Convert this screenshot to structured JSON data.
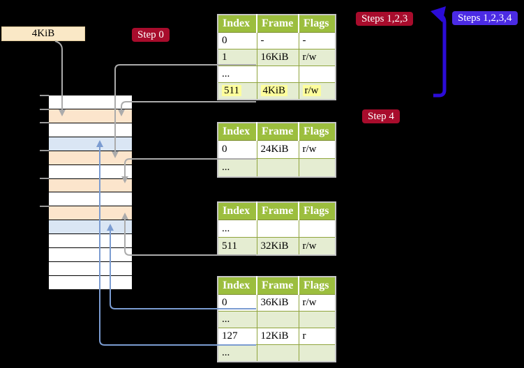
{
  "frame_size_label": "4KiB",
  "badges": {
    "step0": "Step 0",
    "steps123": "Steps 1,2,3",
    "steps1234": "Steps 1,2,3,4",
    "step4": "Step 4"
  },
  "memory": {
    "description": "physical memory frame stack, one row per 4KiB frame",
    "rows": [
      "white",
      "peach",
      "white",
      "blue",
      "peach",
      "white",
      "peach",
      "white",
      "peach",
      "blue",
      "white",
      "white",
      "white",
      "white"
    ],
    "tick_positions_y": [
      137,
      157,
      176,
      216,
      256,
      296
    ]
  },
  "tables": [
    {
      "id": "page-table-1",
      "headers": [
        "Index",
        "Frame",
        "Flags"
      ],
      "rows": [
        {
          "index": "0",
          "frame": "-",
          "flags": "-"
        },
        {
          "index": "1",
          "frame": "16KiB",
          "flags": "r/w"
        },
        {
          "index": "...",
          "frame": "",
          "flags": ""
        },
        {
          "index": "511",
          "frame": "4KiB",
          "flags": "r/w",
          "highlight": true
        }
      ]
    },
    {
      "id": "page-table-2",
      "headers": [
        "Index",
        "Frame",
        "Flags"
      ],
      "rows": [
        {
          "index": "0",
          "frame": "24KiB",
          "flags": "r/w"
        },
        {
          "index": "...",
          "frame": "",
          "flags": ""
        }
      ]
    },
    {
      "id": "page-table-3",
      "headers": [
        "Index",
        "Frame",
        "Flags"
      ],
      "rows": [
        {
          "index": "...",
          "frame": "",
          "flags": ""
        },
        {
          "index": "511",
          "frame": "32KiB",
          "flags": "r/w"
        }
      ]
    },
    {
      "id": "page-table-4",
      "headers": [
        "Index",
        "Frame",
        "Flags"
      ],
      "rows": [
        {
          "index": "0",
          "frame": "36KiB",
          "flags": "r/w"
        },
        {
          "index": "...",
          "frame": "",
          "flags": ""
        },
        {
          "index": "127",
          "frame": "12KiB",
          "flags": "r"
        },
        {
          "index": "...",
          "frame": "",
          "flags": ""
        }
      ]
    }
  ],
  "colors": {
    "background": "#000000",
    "badge_red": "#A80C2C",
    "badge_blue": "#4B2BE4",
    "thick_arrow_blue": "#2B0CD8",
    "connector_gray": "#ABABAB",
    "connector_blue": "#7B9CD1",
    "table_header_green": "#9CBE3E",
    "table_row_green": "#E5EDD2",
    "highlight_yellow": "#FEFE9C",
    "frame_peach": "#FCE5CC",
    "frame_blue": "#DAE6F4",
    "label_box_wheat": "#FAE8C6"
  }
}
